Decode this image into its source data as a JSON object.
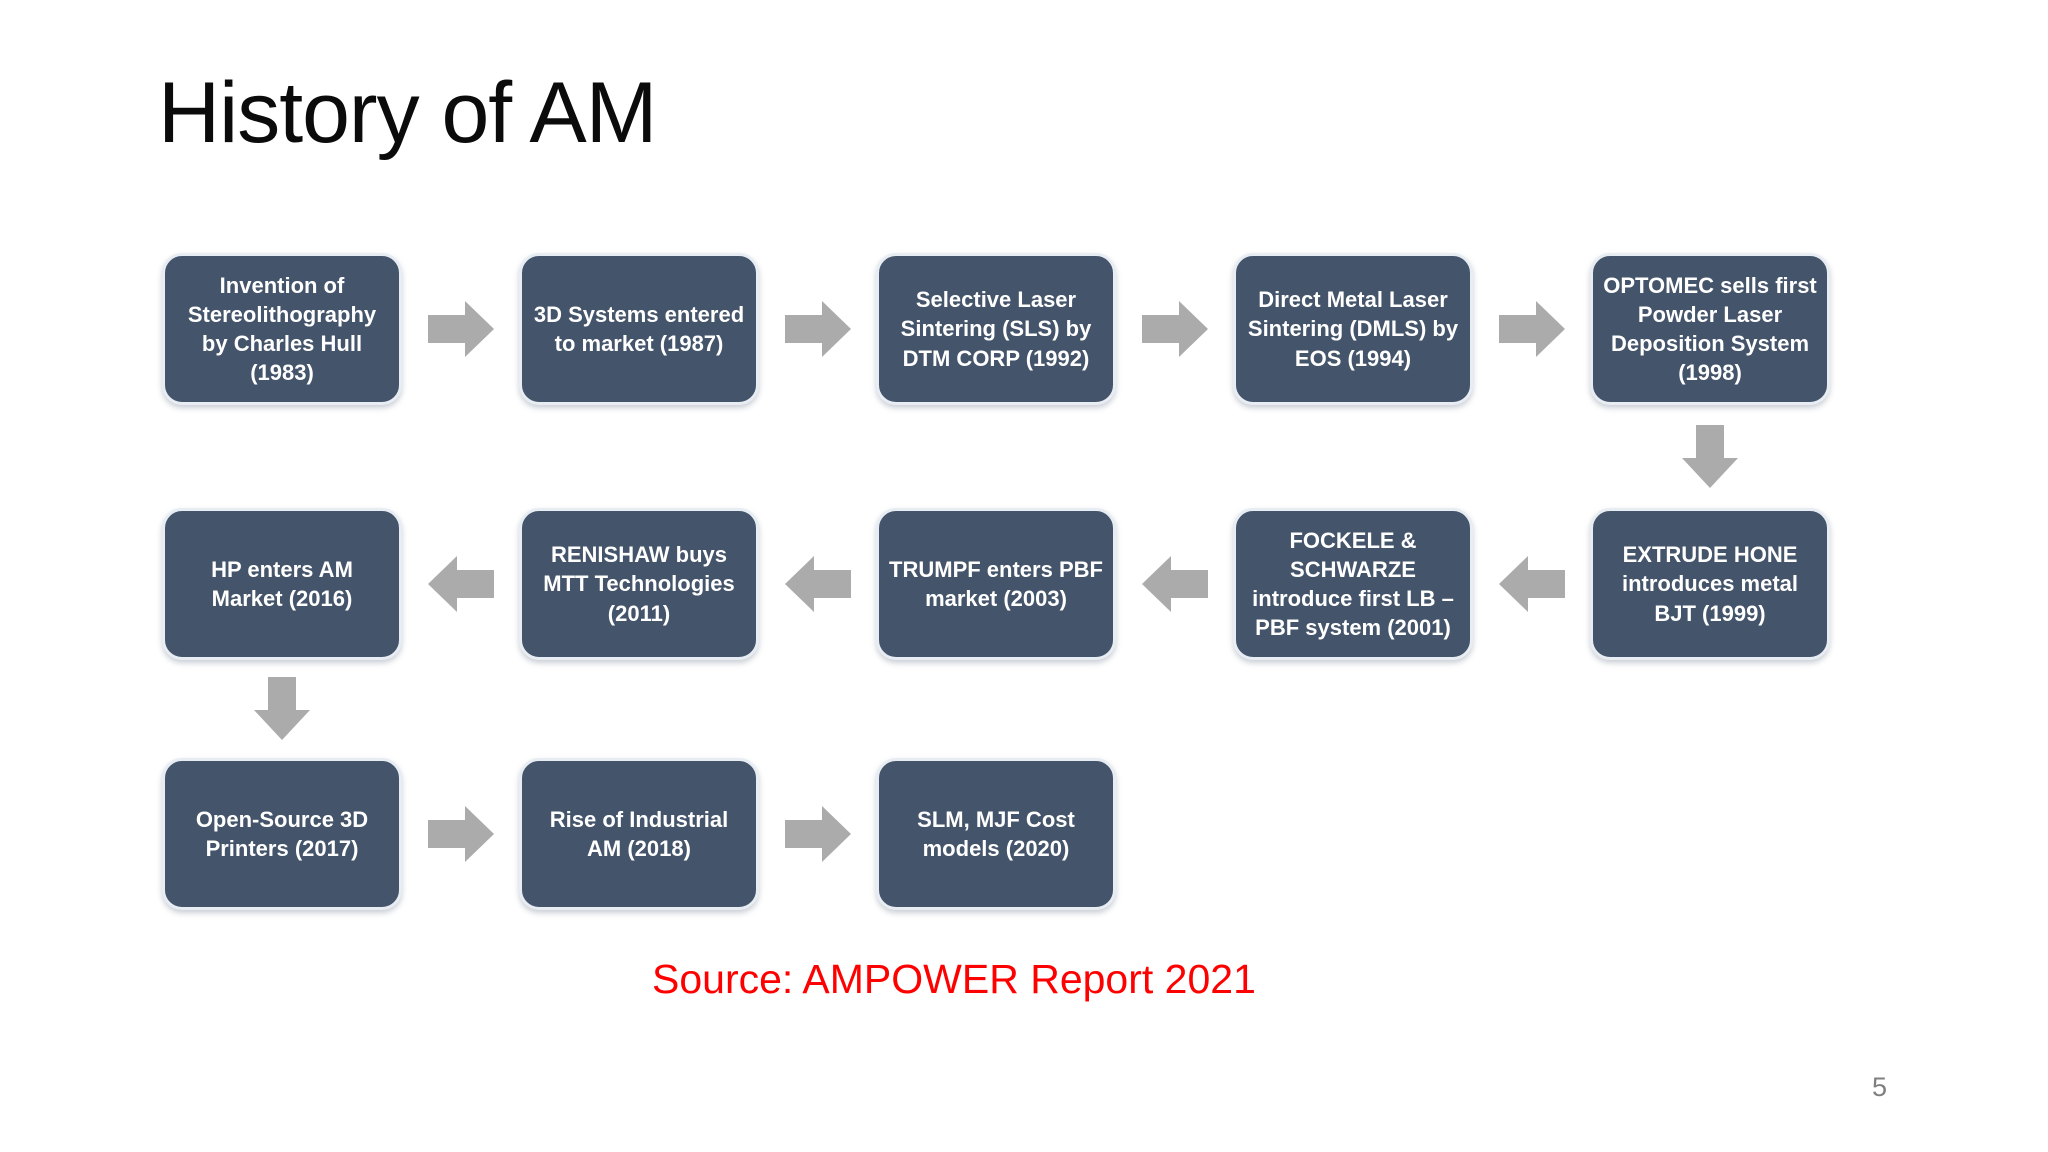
{
  "slide": {
    "title": "History of AM",
    "source_note": "Source: AMPOWER Report 2021",
    "page_number": "5"
  },
  "colors": {
    "background": "#FFFFFF",
    "title_text": "#0B0B0B",
    "box_fill": "#44546A",
    "box_border": "#E8EDF4",
    "box_text": "#FFFFFF",
    "arrow_fill": "#ABABAB",
    "source_text": "#FF0000",
    "page_number_text": "#7F7F7F"
  },
  "flow": {
    "rows": [
      {
        "arrow_direction": "right",
        "boxes": [
          "Invention of Stereolithography by Charles Hull (1983)",
          "3D Systems entered to market (1987)",
          "Selective Laser Sintering (SLS) by DTM CORP (1992)",
          "Direct Metal Laser Sintering (DMLS) by EOS (1994)",
          "OPTOMEC sells first Powder Laser Deposition System (1998)"
        ]
      },
      {
        "arrow_direction": "left",
        "boxes": [
          "HP enters AM Market (2016)",
          "RENISHAW buys MTT Technologies (2011)",
          "TRUMPF enters PBF market (2003)",
          "FOCKELE & SCHWARZE introduce first LB – PBF system (2001)",
          "EXTRUDE HONE introduces metal BJT (1999)"
        ]
      },
      {
        "arrow_direction": "right",
        "boxes": [
          "Open-Source 3D Printers (2017)",
          "Rise of Industrial AM (2018)",
          "SLM, MJF Cost models (2020)"
        ]
      }
    ],
    "down_arrows": [
      {
        "after_row": 0,
        "column": 4
      },
      {
        "after_row": 1,
        "column": 0
      }
    ]
  }
}
